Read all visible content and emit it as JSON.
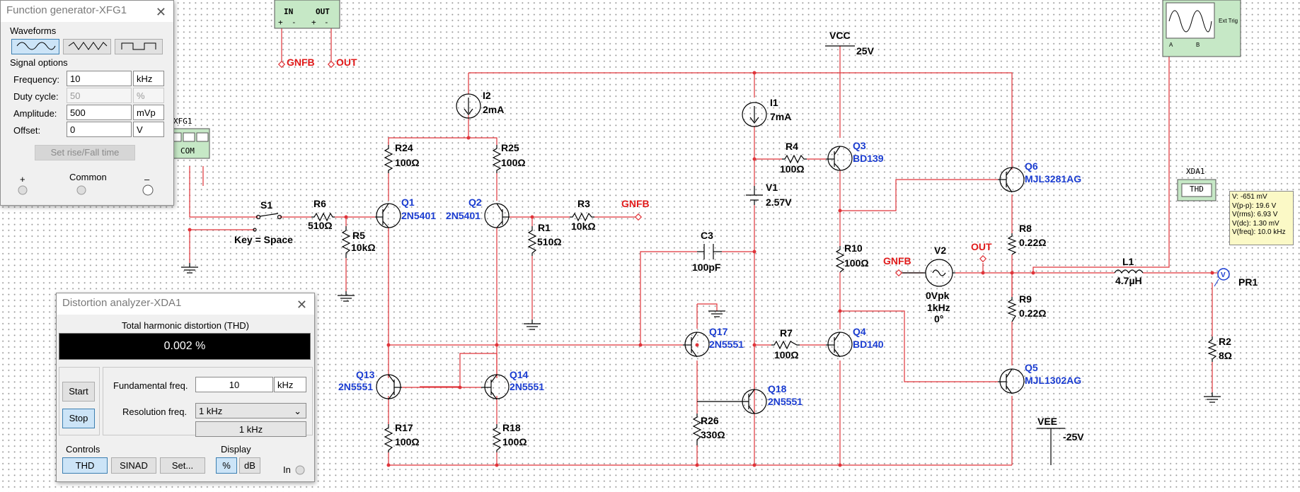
{
  "function_generator": {
    "title": "Function generator-XFG1",
    "waveforms_label": "Waveforms",
    "signal_options_label": "Signal options",
    "fields": [
      {
        "label": "Frequency:",
        "value": "10",
        "unit": "kHz"
      },
      {
        "label": "Duty cycle:",
        "value": "50",
        "unit": "%"
      },
      {
        "label": "Amplitude:",
        "value": "500",
        "unit": "mVp"
      },
      {
        "label": "Offset:",
        "value": "0",
        "unit": "V"
      }
    ],
    "set_rise_fall_label": "Set rise/Fall time",
    "terminals": {
      "plus": "+",
      "common": "Common",
      "minus": "–"
    }
  },
  "distortion_analyzer": {
    "title": "Distortion analyzer-XDA1",
    "thd_label": "Total harmonic distortion (THD)",
    "thd_value": "0.002 %",
    "start_label": "Start",
    "stop_label": "Stop",
    "fundamental_label": "Fundamental freq.",
    "fundamental_value": "10",
    "fundamental_unit": "kHz",
    "resolution_label": "Resolution freq.",
    "resolution_value": "1 kHz",
    "resolution_readout": "1 kHz",
    "controls_label": "Controls",
    "display_label": "Display",
    "thd_btn": "THD",
    "sinad_btn": "SINAD",
    "set_btn": "Set...",
    "percent_btn": "%",
    "db_btn": "dB",
    "in_label": "In"
  },
  "probe": {
    "lines": [
      "V: -651 mV",
      "V(p-p): 19.6 V",
      "V(rms): 6.93 V",
      "V(dc): 1.30 mV",
      "V(freq): 10.0 kHz"
    ]
  },
  "schematic": {
    "labels": {
      "in": "IN",
      "out_top": "OUT",
      "gnfb_top": "GNFB",
      "out_tag": "OUT",
      "xfg1": "XFG1",
      "com": "COM",
      "xda1": "XDA1",
      "thd": "THD",
      "ext_trig": "Ext Trig",
      "osc_a": "A",
      "osc_b": "B",
      "vcc": "VCC",
      "vcc_val": "25V",
      "vee": "VEE",
      "vee_val": "-25V",
      "s1": "S1",
      "key": "Key = Space",
      "r6": "R6",
      "r6v": "510Ω",
      "r5": "R5",
      "r5v": "10kΩ",
      "r24": "R24",
      "r24v": "100Ω",
      "r25": "R25",
      "r25v": "100Ω",
      "i2": "I2",
      "i2v": "2mA",
      "i1": "I1",
      "i1v": "7mA",
      "q1": "Q1",
      "q1v": "2N5401",
      "q2": "Q2",
      "q2v": "2N5401",
      "r3": "R3",
      "r3v": "10kΩ",
      "gnfb_r3": "GNFB",
      "r1": "R1",
      "r1v": "510Ω",
      "c3": "C3",
      "c3v": "100pF",
      "v1": "V1",
      "v1v": "2.57V",
      "r4": "R4",
      "r4v": "100Ω",
      "q3": "Q3",
      "q3v": "BD139",
      "q6": "Q6",
      "q6v": "MJL3281AG",
      "r8": "R8",
      "r8v": "0.22Ω",
      "r10": "R10",
      "r10v": "100Ω",
      "gnfb_v2": "GNFB",
      "v2": "V2",
      "v2a": "0Vpk",
      "v2b": "1kHz",
      "v2c": "0°",
      "r9": "R9",
      "r9v": "0.22Ω",
      "l1": "L1",
      "l1v": "4.7µH",
      "pr1": "PR1",
      "r2": "R2",
      "r2v": "8Ω",
      "q17": "Q17",
      "q17v": "2N5551",
      "r7": "R7",
      "r7v": "100Ω",
      "q4": "Q4",
      "q4v": "BD140",
      "q5": "Q5",
      "q5v": "MJL1302AG",
      "q13": "Q13",
      "q13v": "2N5551",
      "q14": "Q14",
      "q14v": "2N5551",
      "q18": "Q18",
      "q18v": "2N5551",
      "r26": "R26",
      "r26v": "330Ω",
      "r17": "R17",
      "r17v": "100Ω",
      "r18": "R18",
      "r18v": "100Ω"
    }
  }
}
